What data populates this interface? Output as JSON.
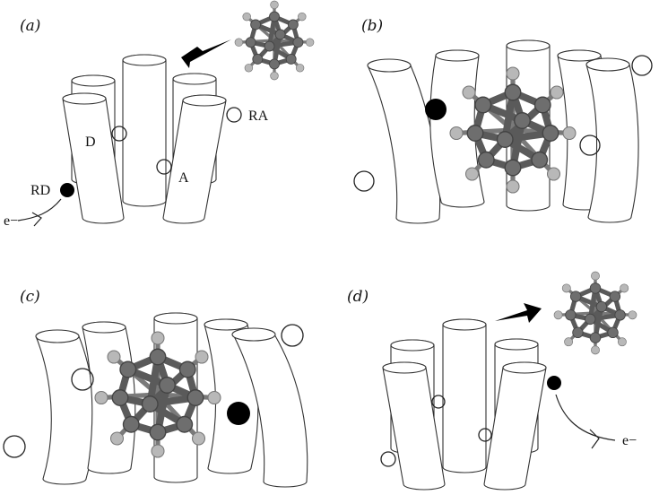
{
  "panels": [
    {
      "id": "a",
      "label": "(a)"
    },
    {
      "id": "b",
      "label": "(b)"
    },
    {
      "id": "c",
      "label": "(c)"
    },
    {
      "id": "d",
      "label": "(d)"
    }
  ],
  "site_labels": {
    "donor": "D",
    "acceptor": "A",
    "remote_donor": "RD",
    "remote_acceptor": "RA"
  },
  "electron_label_a": "e−",
  "electron_label_d": "e−"
}
